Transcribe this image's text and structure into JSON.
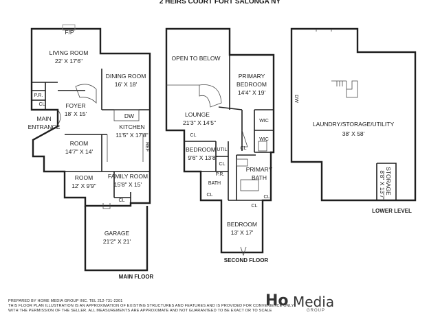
{
  "header": {
    "address": "2 HEIRS COURT FORT SALONGA NY"
  },
  "main_floor": {
    "caption": "MAIN FLOOR",
    "rooms": [
      {
        "key": "fp",
        "name": "F/P"
      },
      {
        "key": "living",
        "name": "LIVING ROOM",
        "dims": "22' X 17'6\""
      },
      {
        "key": "dining",
        "name": "DINING ROOM",
        "dims": "16' X 18'"
      },
      {
        "key": "pr",
        "name": "P.R."
      },
      {
        "key": "cl1",
        "name": "CL"
      },
      {
        "key": "foyer",
        "name": "FOYER",
        "dims": "18' X 15'"
      },
      {
        "key": "main_entrance",
        "name": "MAIN",
        "name2": "ENTRANCE"
      },
      {
        "key": "dw",
        "name": "DW"
      },
      {
        "key": "kitchen",
        "name": "KITCHEN",
        "dims": "11'5\" X 17'8\""
      },
      {
        "key": "room1",
        "name": "ROOM",
        "dims": "14'7\" X 14'"
      },
      {
        "key": "ref",
        "name": "REF"
      },
      {
        "key": "room2",
        "name": "ROOM",
        "dims": "12' X 9'9\""
      },
      {
        "key": "family",
        "name": "FAMILY ROOM",
        "dims": "15'8\" X 15'"
      },
      {
        "key": "cl2",
        "name": "CL"
      },
      {
        "key": "garage",
        "name": "GARAGE",
        "dims": "21'2\" X 21'"
      }
    ]
  },
  "second_floor": {
    "caption": "SECOND FLOOR",
    "rooms": [
      {
        "key": "open",
        "name": "OPEN TO BELOW"
      },
      {
        "key": "primary_bed",
        "name": "PRIMARY",
        "name2": "BEDROOM",
        "dims": "14'4\" X 19'"
      },
      {
        "key": "lounge",
        "name": "LOUNGE",
        "dims": "21'3\" X 14'5\""
      },
      {
        "key": "wic1",
        "name": "WIC"
      },
      {
        "key": "wic2",
        "name": "WIC"
      },
      {
        "key": "cl_a",
        "name": "CL"
      },
      {
        "key": "bedroom_a",
        "name": "BEDROOM",
        "dims": "9'6\" X 13'8\""
      },
      {
        "key": "util",
        "name": "UTIL"
      },
      {
        "key": "cl_b",
        "name": "CL"
      },
      {
        "key": "cl_c",
        "name": "CL"
      },
      {
        "key": "pr2",
        "name": "P.R."
      },
      {
        "key": "primary_bath",
        "name": "PRIMARY",
        "name2": "BATH"
      },
      {
        "key": "bath",
        "name": "BATH"
      },
      {
        "key": "cl_d",
        "name": "CL"
      },
      {
        "key": "cl_e",
        "name": "CL"
      },
      {
        "key": "cl_f",
        "name": "CL"
      },
      {
        "key": "bedroom_b",
        "name": "BEDROOM",
        "dims": "13' X 17'"
      }
    ]
  },
  "lower_level": {
    "caption": "LOWER LEVEL",
    "rooms": [
      {
        "key": "dw",
        "name": "DW"
      },
      {
        "key": "laundry",
        "name": "LAUNDRY/STORAGE/UTILITY",
        "dims": "38' X 58'"
      },
      {
        "key": "storage",
        "name": "STORAGE",
        "dims": "8'8\" X 13'7\""
      }
    ]
  },
  "footer": {
    "line1": "PREPARED BY HOME MEDIA GROUP INC. TEL 212-731-2301",
    "line2": "THIS FLOOR PLAN ILLUSTRATION IS AN APPROXIMATION OF EXISTING STRUCTURES AND FEATURES AND IS PROVIDED FOR CONVENIENCE ONLY",
    "line3": "WITH THE PERMISSION OF THE SELLER. ALL MEASUREMENTS ARE APPROXIMATE AND NOT GUARANTEED TO BE EXACT OR TO SCALE"
  },
  "logo": {
    "ho": "Ho",
    "media": "Media",
    "group": "GROUP"
  }
}
